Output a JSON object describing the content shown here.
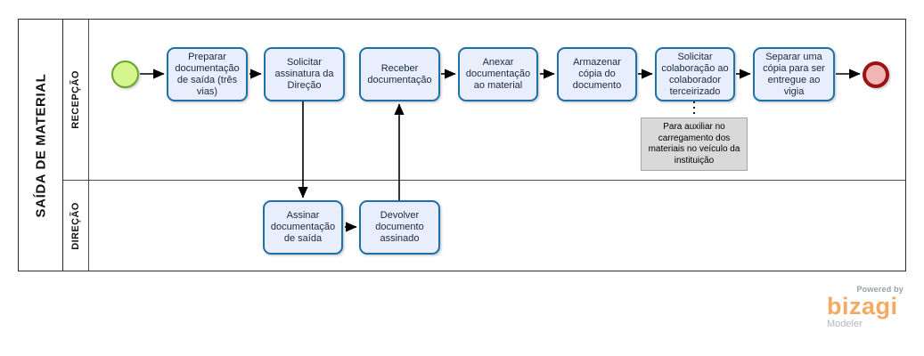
{
  "pool": {
    "title": "SAÍDA DE MATERIAL",
    "lanes": [
      {
        "label": "RECEPÇÃO"
      },
      {
        "label": "DIREÇÃO"
      }
    ]
  },
  "tasks": {
    "reception": [
      {
        "label": "Preparar documentação de saída (três vias)"
      },
      {
        "label": "Solicitar assinatura da Direção"
      },
      {
        "label": "Receber documentação"
      },
      {
        "label": "Anexar documentação ao material"
      },
      {
        "label": "Armazenar cópia do documento"
      },
      {
        "label": "Solicitar colaboração ao colaborador terceirizado"
      },
      {
        "label": "Separar uma cópia para ser entregue ao vigia"
      }
    ],
    "direction": [
      {
        "label": "Assinar documentação de saída"
      },
      {
        "label": "Devolver documento assinado"
      }
    ]
  },
  "events": {
    "start": "start-event",
    "end": "end-event"
  },
  "annotation": {
    "text": "Para auxiliar no carregamento dos materiais no veículo da instituição"
  },
  "branding": {
    "powered_by": "Powered by",
    "brand": "bizagi",
    "product": "Modeler"
  },
  "colors": {
    "task_fill": "#e8eefb",
    "task_border": "#1d70a8",
    "start_fill": "#d5f68d",
    "start_border": "#6aa42c",
    "end_fill": "#f0b6b6",
    "end_border": "#9c1313",
    "annotation_fill": "#d9d9d9",
    "connector": "#000000",
    "brand_orange": "#f4aa61"
  }
}
